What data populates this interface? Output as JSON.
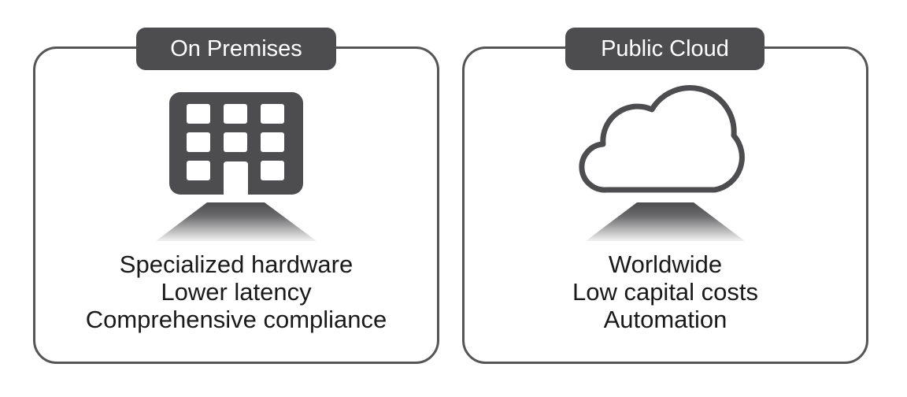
{
  "colors": {
    "icon": "#4d4d4f",
    "border": "#555557",
    "text": "#1a1a1a",
    "tab_text": "#ffffff"
  },
  "panels": [
    {
      "title": "On Premises",
      "icon": "building-icon",
      "features": [
        "Specialized hardware",
        "Lower latency",
        "Comprehensive compliance"
      ]
    },
    {
      "title": "Public Cloud",
      "icon": "cloud-icon",
      "features": [
        "Worldwide",
        "Low capital costs",
        "Automation"
      ]
    }
  ]
}
